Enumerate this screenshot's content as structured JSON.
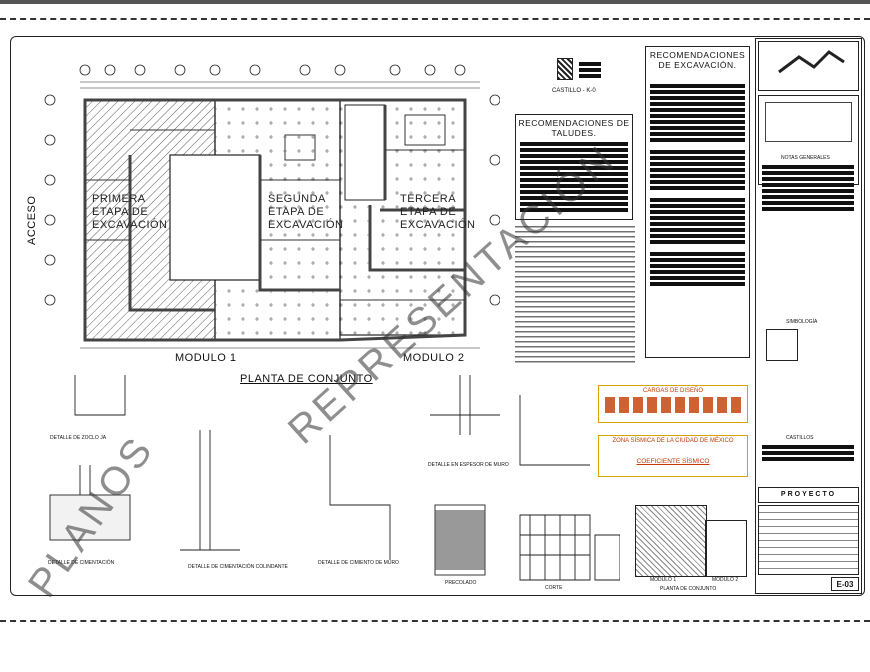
{
  "plan": {
    "access_label": "ACCESO",
    "stage_1": "PRIMERA\nETAPA DE\nEXCAVACIÓN",
    "stage_2": "SEGUNDA\nETAPA DE\nEXCAVACIÓN",
    "stage_3": "TERCERA\nETAPA DE\nEXCAVACIÓN",
    "module_1": "MODULO 1",
    "module_2": "MODULO 2",
    "plan_title": "PLANTA DE CONJUNTO"
  },
  "castillo_label": "CASTILLO - K-0",
  "boxes": {
    "excavation_title": "RECOMENDACIONES DE EXCAVACIÓN.",
    "slopes_title": "RECOMENDACIONES DE TALUDES."
  },
  "design_loads": {
    "title": "CARGAS DE DISEÑO",
    "seismic_zone": "ZONA SÍSMICA DE LA CIUDAD DE MÉXICO",
    "seismic_coef": "COEFICIENTE SÍSMICO"
  },
  "details": {
    "detail_a": "DETALLE DE ZOCLO JA",
    "detail_b": "DETALLE DE CIMENTACIÓN",
    "detail_c": "DETALLE DE CIMENTACIÓN COLINDANTE",
    "detail_d": "DETALLE DE CIMIENTO DE MURO",
    "detail_e": "DETALLE EN ESPESOR DE MURO",
    "detail_f": "PRECOLADO",
    "module_1_small": "MODULO 1",
    "module_2_small": "MODULO 2",
    "plan_small": "PLANTA DE CONJUNTO",
    "facade_small": "CORTE"
  },
  "sidebar": {
    "simbologia": "SIMBOLOGÍA",
    "castillos": "CASTILLOS",
    "notas": "NOTAS GENERALES",
    "project_label": "PROYECTO",
    "sheet_number": "E-03"
  },
  "watermarks": {
    "left": "PLANOS",
    "right": "REPRESENTACIÓN"
  }
}
